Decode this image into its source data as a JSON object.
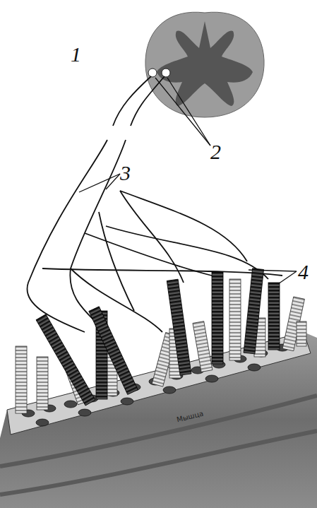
{
  "diagram": {
    "labels": [
      "1",
      "2",
      "3",
      "4",
      "Мышца"
    ]
  }
}
